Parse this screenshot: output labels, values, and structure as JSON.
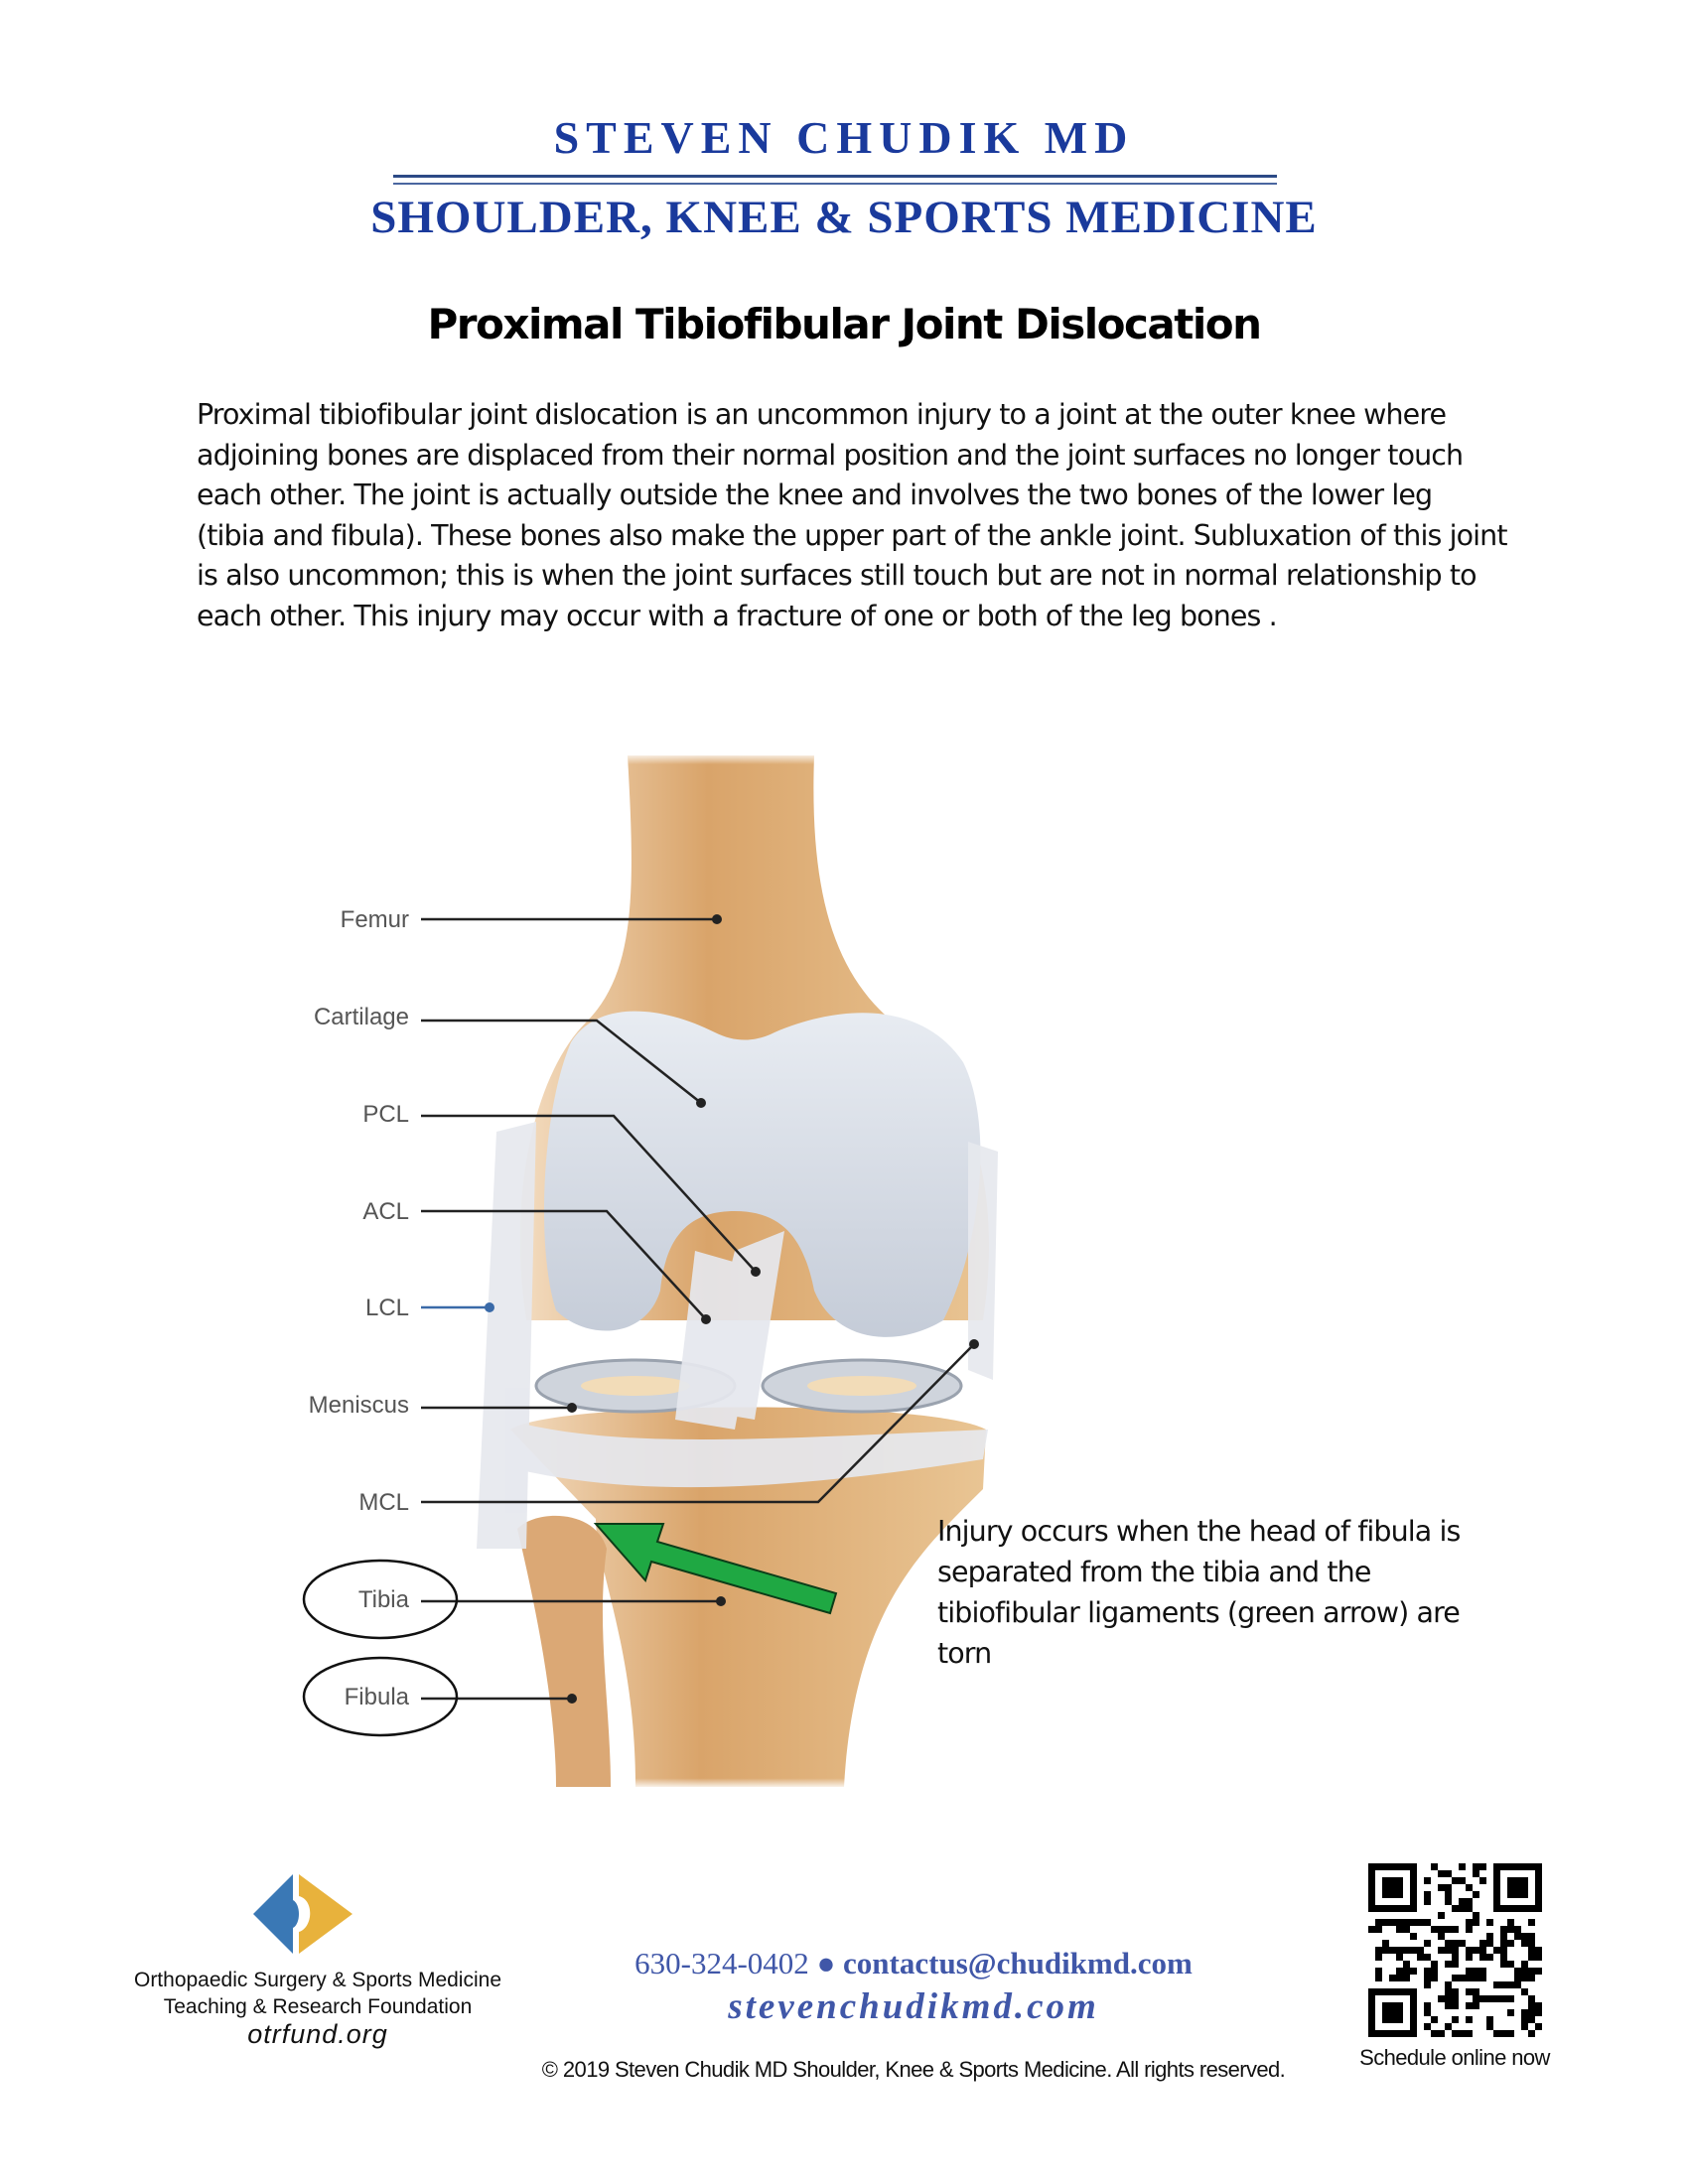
{
  "header": {
    "brand_line1": "STEVEN CHUDIK MD",
    "brand_line2": "SHOULDER, KNEE & SPORTS MEDICINE",
    "brand_color": "#1a3a9c"
  },
  "title": "Proximal Tibiofibular Joint Dislocation",
  "intro": "Proximal tibiofibular joint dislocation is an uncommon injury to a joint at the outer knee where adjoining bones are displaced from their normal position and the joint surfaces no longer touch each other. The joint is actually outside the knee and involves the two bones of the lower leg (tibia and fibula). These bones also make the upper part of the ankle joint. Subluxation of this joint is also uncommon; this is when the joint surfaces still touch but are not in normal relationship to each other. This injury may occur with a fracture of one or both of the leg bones .",
  "illustration": {
    "labels": [
      "Femur",
      "Cartilage",
      "PCL",
      "ACL",
      "LCL",
      "Meniscus",
      "MCL",
      "Tibia",
      "Fibula"
    ],
    "circled_labels": [
      "Tibia",
      "Fibula"
    ],
    "arrow_color": "#1fa843",
    "caption": "Injury occurs when the head of fibula is separated from the tibia and the tibiofibular ligaments (green arrow) are torn"
  },
  "footer": {
    "org_line1": "Orthopaedic Surgery & Sports Medicine",
    "org_line2": "Teaching & Research Foundation",
    "org_url": "otrfund.org",
    "phone": "630-324-0402",
    "separator": "●",
    "email": "contactus@chudikmd.com",
    "website": "stevenchudikmd.com",
    "copyright": "© 2019 Steven Chudik MD Shoulder, Knee & Sports Medicine. All rights reserved.",
    "qr_label": "Schedule online now",
    "logo_colors": [
      "#3a78b5",
      "#e8b23c"
    ]
  }
}
